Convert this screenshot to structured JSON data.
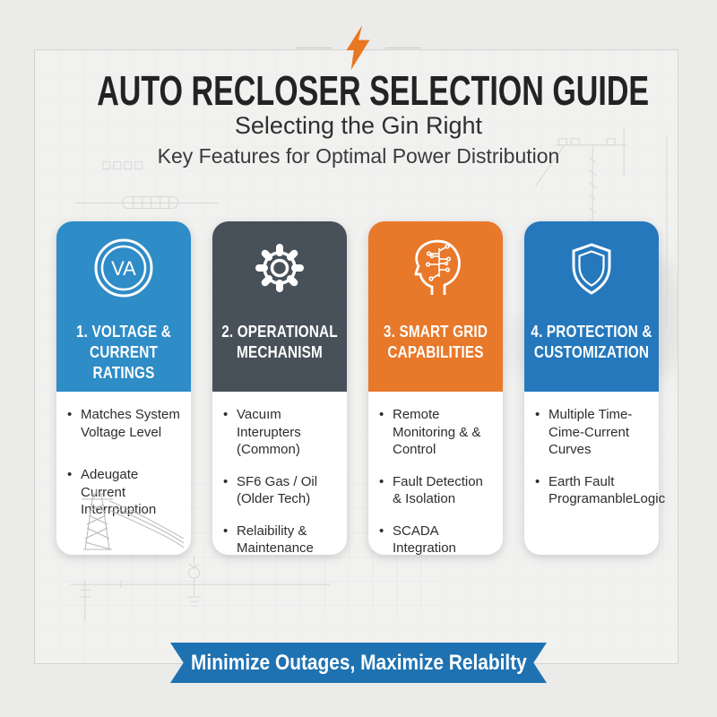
{
  "header": {
    "icon": "lightning-bolt-icon",
    "title": "AUTO RECLOSER SELECTION GUIDE",
    "subtitle": "Selecting the Gin Right",
    "tagline": "Key Features for Optimal Power Distribution"
  },
  "cards": [
    {
      "icon": "va-rating-icon",
      "icon_label": "VA",
      "title": "1. VOLTAGE &\nCURRENT\nRATINGS",
      "accent": "#2e8cc7",
      "bullets": [
        "Matches System Voltage Level",
        "Adeugate Current Interrpuption"
      ]
    },
    {
      "icon": "gear-icon",
      "title": "2. OPERATIONAL\nMECHANISM",
      "accent": "#485059",
      "bullets": [
        "Vacuım Interupters (Common)",
        "SF6 Gas / Oil (Older Tech)",
        "Relaibility & Maintenance"
      ]
    },
    {
      "icon": "smart-head-circuit-icon",
      "title": "3. SMART GRID\nCAPABILITIES",
      "accent": "#e8782a",
      "bullets": [
        "Remote Monitoring & & Control",
        "Fault Detection & Isolation",
        "SCADA Integration"
      ]
    },
    {
      "icon": "shield-icon",
      "title": "4. PROTECTION &\nCUSTOMIZATION",
      "accent": "#2578bc",
      "bullets": [
        "Multiple Time-Cime-Current Curves",
        "Earth Fault ProgramanbleLogic"
      ]
    }
  ],
  "footer": {
    "ribbon_label": "Minimize Outages, Maximize Relabilty",
    "ribbon_color": "#1f72b1"
  },
  "colors": {
    "page_background": "#ebebea",
    "panel_background": "#f1f1f0",
    "bolt_orange": "#e87722",
    "title_text": "#232323",
    "card_blue": "#2e8cc7",
    "card_slate": "#485059",
    "card_orange": "#e8782a",
    "card_deep_blue": "#2578bc",
    "ribbon_blue": "#1f72b1"
  }
}
